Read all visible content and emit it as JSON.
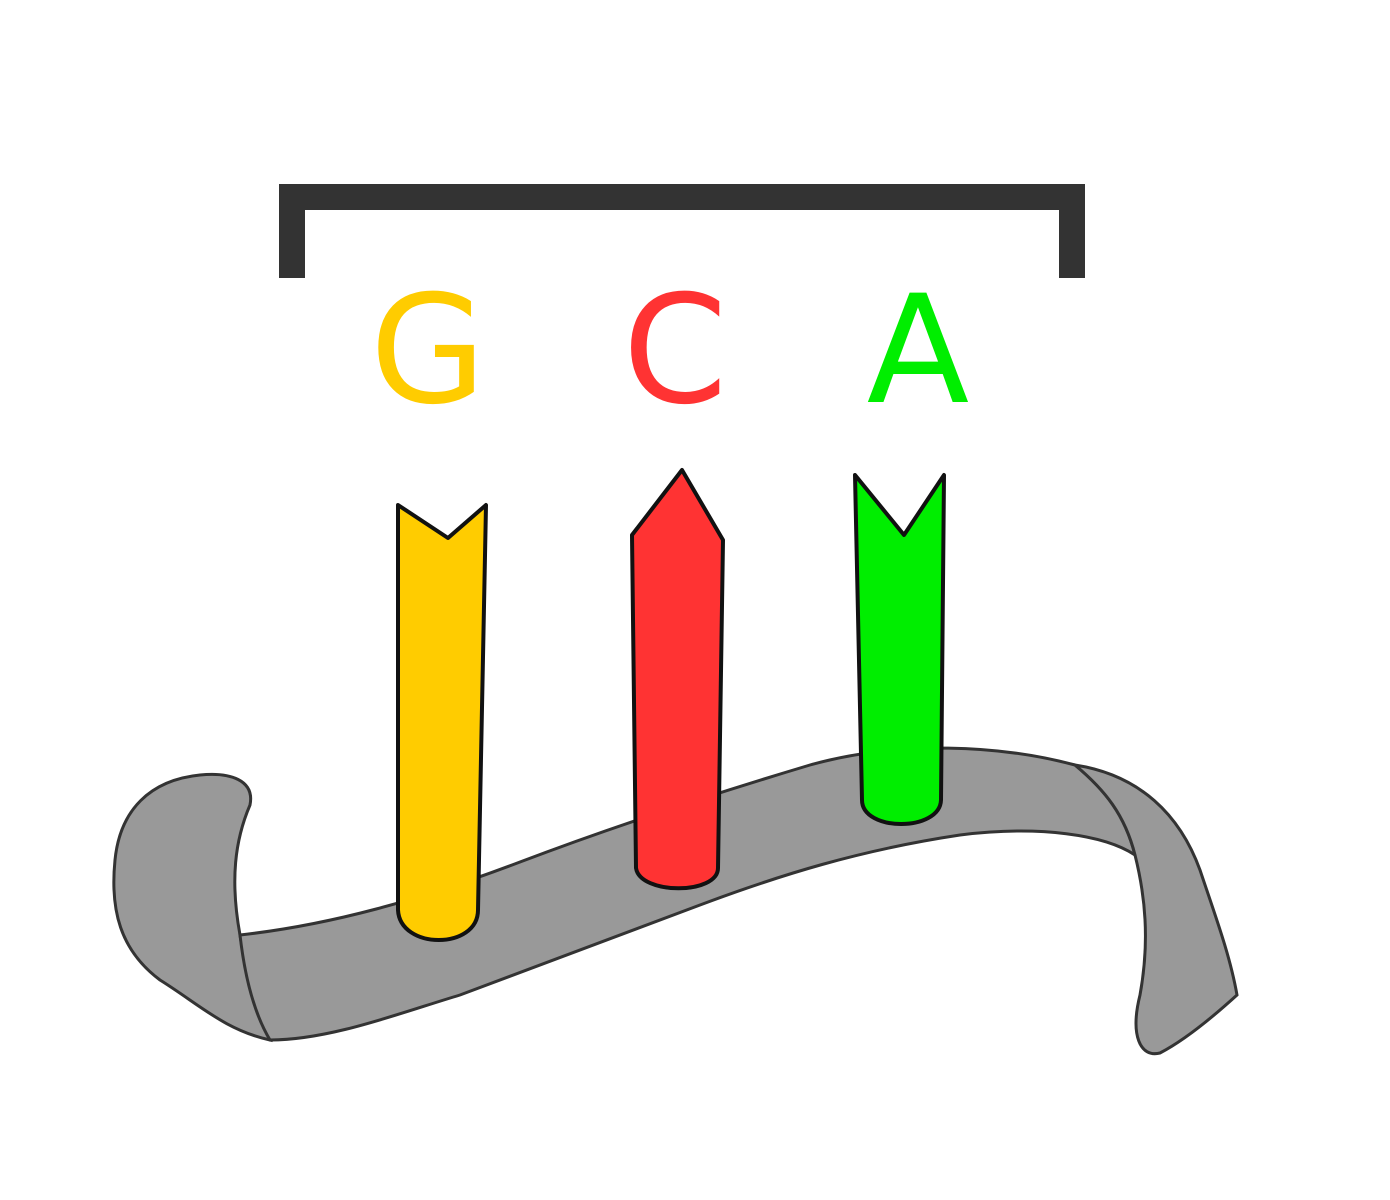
{
  "bases": [
    {
      "letter": "G",
      "color": "#ffcc00",
      "label_color": "#ffcc00",
      "tip": "notch"
    },
    {
      "letter": "C",
      "color": "#ff3333",
      "label_color": "#ff3333",
      "tip": "point"
    },
    {
      "letter": "A",
      "color": "#00ee00",
      "label_color": "#00ee00",
      "tip": "notch"
    }
  ],
  "backbone": {
    "color": "#999999",
    "outline": "#333333"
  },
  "bracket": {
    "color": "#333333"
  }
}
